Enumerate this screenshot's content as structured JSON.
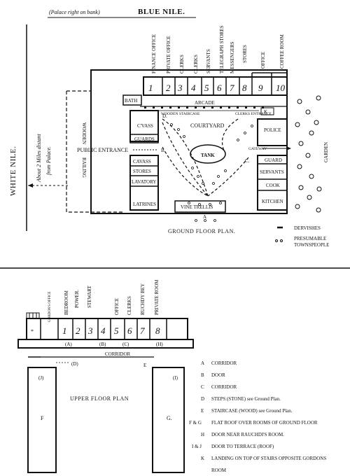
{
  "header": {
    "note": "(Palace right on bank)",
    "title": "BLUE NILE."
  },
  "left": {
    "river": "WHITE NILE.",
    "distance_line1": "About 2 Miles distant",
    "distance_line2": "from Palace."
  },
  "ground": {
    "rooms_top": [
      "FINANCE OFFICE",
      "PRIVATE OFFICE",
      "CLERKS",
      "CLERKS",
      "SERVANTS",
      "TELEGRAPH STORES",
      "MESSENGERS",
      "STORES",
      "OFFICE",
      "COFFEE ROOM"
    ],
    "numbers": [
      "1",
      "2",
      "3",
      "4",
      "5",
      "6",
      "7",
      "8",
      "9",
      "10"
    ],
    "bath": "BATH",
    "arcade": "ARCADE",
    "wooden_staircase": "WOODEN STAIRCASE",
    "clerks_entrance": "CLERKS ENTRANCE",
    "wooden": "WOODEN",
    "railing": "RAILING",
    "cavass_small": "C'VASS",
    "guards_left": "GUARDS",
    "public_entrance": "PUBLIC ENTRANCE",
    "courtyard": "COURTYARD",
    "tank": "TANK",
    "police": "POLICE",
    "gateway": "GATEWAY",
    "garden": "GARDEN",
    "left_rooms": [
      "CAVASS",
      "STORES",
      "LAVATORY",
      "LATRINES"
    ],
    "right_rooms": [
      "GUARD",
      "SERVANTS",
      "COOK",
      "KITCHEN"
    ],
    "vine": "VINE TRELLIS",
    "plan_title": "GROUND FLOOR PLAN.",
    "letters": [
      "D.",
      "B.",
      "C.",
      "A"
    ],
    "legend_dervishes": "DERVISHES",
    "legend_towns1": "PRESUMABLE",
    "legend_towns2": "TOWNSPEOPLE"
  },
  "upper": {
    "rooms_top": [
      "BEDROOM",
      "POWER.",
      "STEWART",
      "OFFICE",
      "CLERKS",
      "RUCHDY BEY",
      "PRIVATE ROOM"
    ],
    "numbers": [
      "1",
      "2",
      "3",
      "4",
      "5",
      "6",
      "7",
      "8"
    ],
    "gordons_office": "GORDON'S OFFICE",
    "corridor": "CORRIDOR",
    "upper_title": "UPPER FLOOR PLAN",
    "labels": [
      "(A)",
      "(B)",
      "(C)",
      "(H)",
      "(D)",
      "(J)",
      "(I)",
      "E",
      "F",
      "G."
    ],
    "key": [
      {
        "k": "A",
        "v": "CORRIDOR"
      },
      {
        "k": "B",
        "v": "DOOR"
      },
      {
        "k": "C",
        "v": "CORRIDOR"
      },
      {
        "k": "D",
        "v": "STEPS (STONE) see Ground Plan."
      },
      {
        "k": "E",
        "v": "STAIRCASE (WOOD) see Ground Plan."
      },
      {
        "k": "F & G",
        "v": "FLAT ROOF OVER ROOMS OF GROUND FLOOR"
      },
      {
        "k": "H",
        "v": "DOOR NEAR RAUCHDI'S ROOM."
      },
      {
        "k": "I & J",
        "v": "DOOR TO TERRACE (ROOF)"
      },
      {
        "k": "K",
        "v": "LANDING ON TOP OF STAIRS OPPOSITE GORDONS"
      },
      {
        "k": "",
        "v": "ROOM"
      }
    ]
  }
}
